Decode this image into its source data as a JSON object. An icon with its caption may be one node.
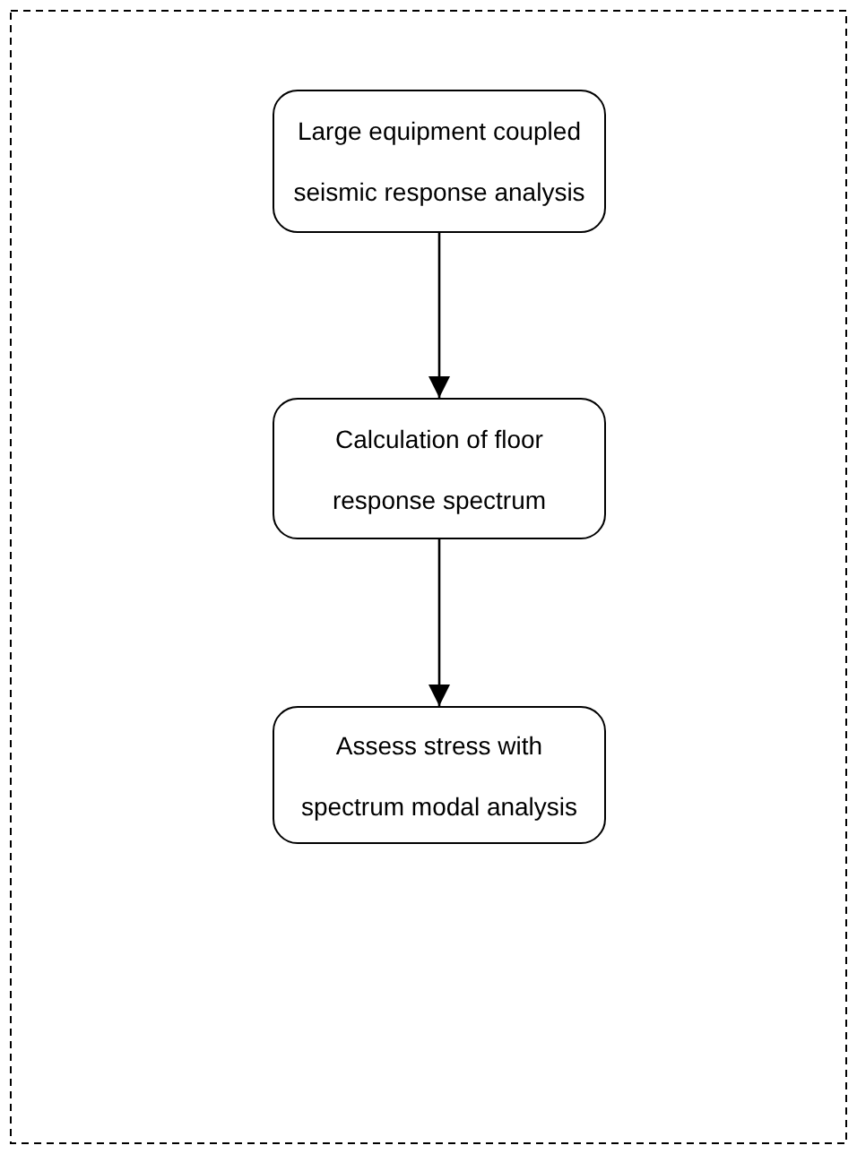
{
  "diagram": {
    "nodes": [
      {
        "text": [
          "Large equipment coupled seismic response analysis"
        ]
      },
      {
        "text": [
          "Calculation of floor response spectrum"
        ]
      },
      {
        "text": [
          "Assess stress with spectrum modal analysis"
        ]
      }
    ],
    "edges": [
      {
        "from": 0,
        "to": 1,
        "arrow": "to"
      },
      {
        "from": 1,
        "to": 2,
        "arrow": "to"
      }
    ]
  }
}
